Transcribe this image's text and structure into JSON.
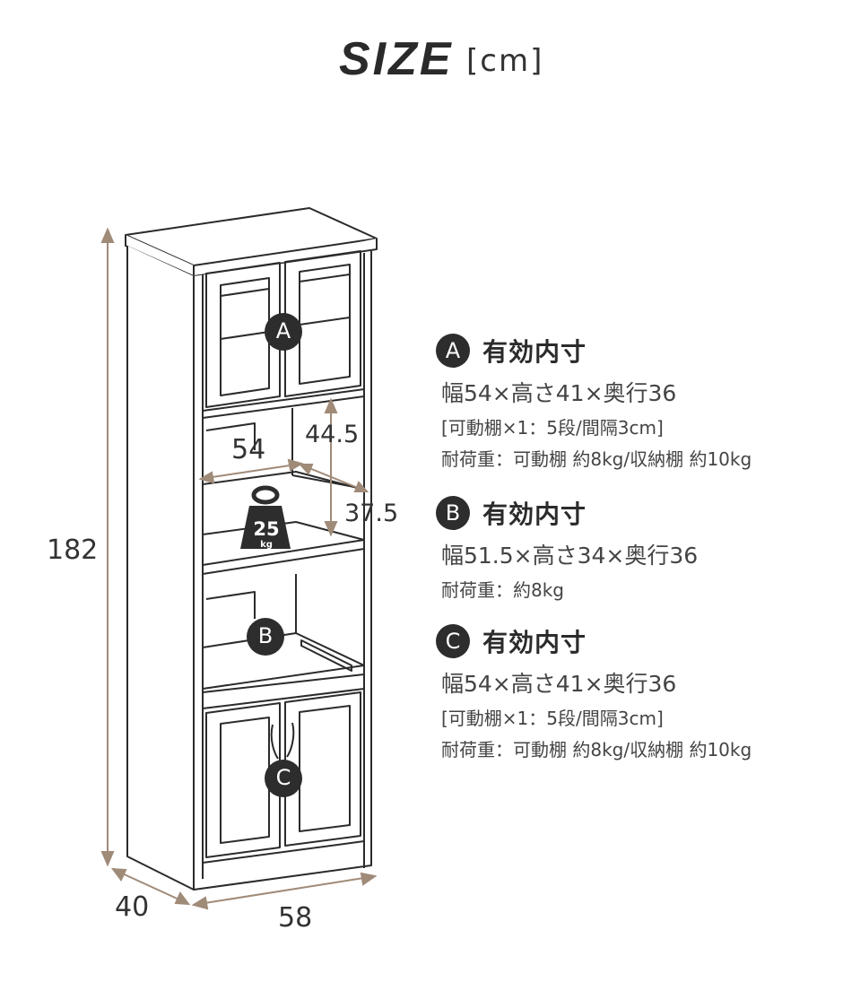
{
  "title": {
    "main": "SIZE",
    "unit": "[cm]"
  },
  "dimensions": {
    "height": "182",
    "depth": "40",
    "width": "58",
    "inner_width": "54",
    "shelf_height_upper": "44.5",
    "shelf_height_lower": "37.5"
  },
  "weight_icon": {
    "value": "25",
    "unit": "kg"
  },
  "markers": {
    "a": "A",
    "b": "B",
    "c": "C"
  },
  "specs": [
    {
      "badge": "A",
      "title": "有効内寸",
      "size": "幅54×高さ41×奥行36",
      "shelf": "[可動棚×1：5段/間隔3cm]",
      "load": "耐荷重：可動棚 約8kg/収納棚 約10kg"
    },
    {
      "badge": "B",
      "title": "有効内寸",
      "size": "幅51.5×高さ34×奥行36",
      "load": "耐荷重：約8kg"
    },
    {
      "badge": "C",
      "title": "有効内寸",
      "size": "幅54×高さ41×奥行36",
      "shelf": "[可動棚×1：5段/間隔3cm]",
      "load": "耐荷重：可動棚 約8kg/収納棚 約10kg"
    }
  ],
  "colors": {
    "dimension_line": "#a08a78",
    "badge": "#2d2d2d",
    "outline": "#2b2b2b"
  }
}
